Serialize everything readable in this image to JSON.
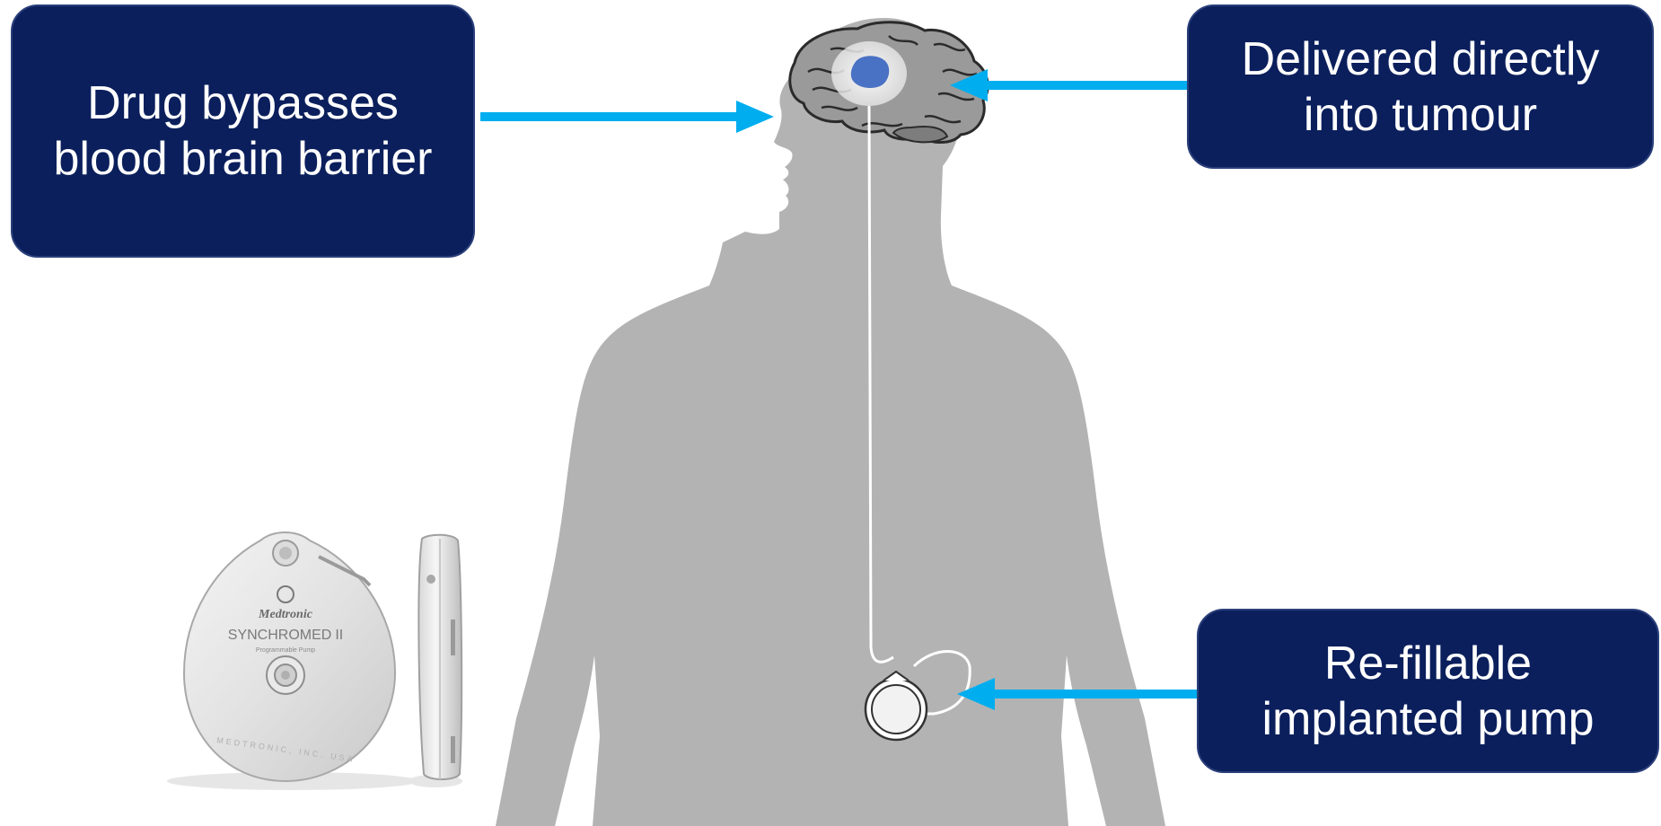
{
  "callouts": {
    "bbb": {
      "line1": "Drug bypasses",
      "line2": "blood brain barrier"
    },
    "tumour": {
      "line1": "Delivered directly",
      "line2": "into tumour"
    },
    "pump": {
      "line1": "Re-fillable",
      "line2": "implanted pump"
    }
  },
  "device": {
    "brand": "Medtronic",
    "model": "SYNCHROMED",
    "model_suffix": "II",
    "subtitle": "Programmable Pump",
    "rim_text": "MEDTRONIC, INC. USA"
  },
  "colors": {
    "callout_bg": "#0b1f5c",
    "arrow": "#00aeef",
    "silhouette": "#b3b3b3",
    "tumour": "#4a72c4"
  },
  "icons": {
    "brain": "brain-icon",
    "tumour": "tumour-icon",
    "pump": "pump-icon",
    "arrow": "arrow-icon"
  }
}
